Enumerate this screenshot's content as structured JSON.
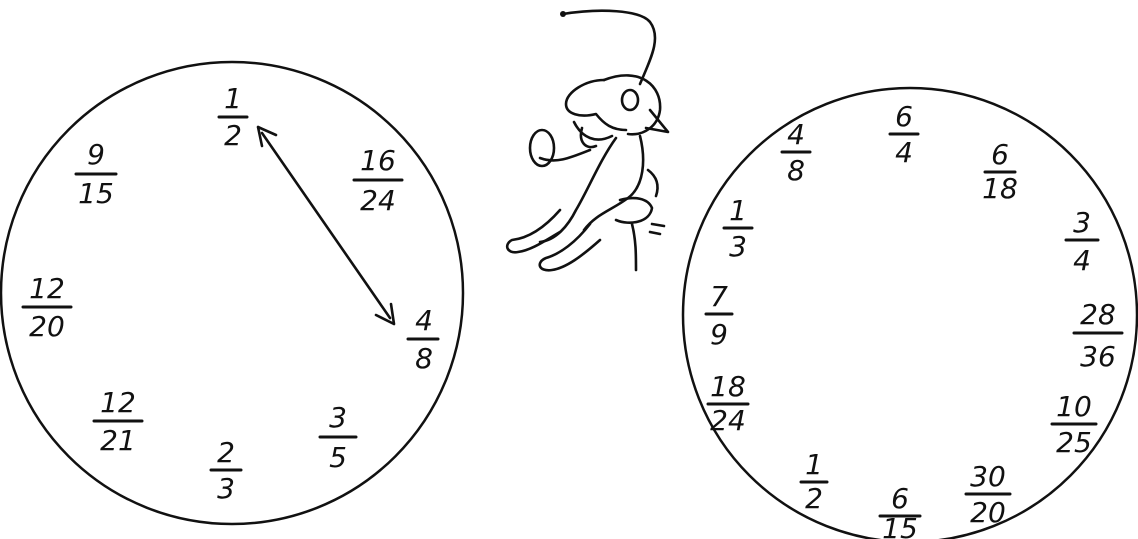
{
  "left_dial": {
    "fractions": [
      {
        "num": "1",
        "den": "2"
      },
      {
        "num": "16",
        "den": "24"
      },
      {
        "num": "4",
        "den": "8"
      },
      {
        "num": "3",
        "den": "5"
      },
      {
        "num": "2",
        "den": "3"
      },
      {
        "num": "12",
        "den": "21"
      },
      {
        "num": "12",
        "den": "20"
      },
      {
        "num": "9",
        "den": "15"
      }
    ]
  },
  "right_dial": {
    "fractions": [
      {
        "num": "6",
        "den": "4"
      },
      {
        "num": "6",
        "den": "18"
      },
      {
        "num": "3",
        "den": "4"
      },
      {
        "num": "28",
        "den": "36"
      },
      {
        "num": "10",
        "den": "25"
      },
      {
        "num": "30",
        "den": "20"
      },
      {
        "num": "6",
        "den": "15"
      },
      {
        "num": "1",
        "den": "2"
      },
      {
        "num": "18",
        "den": "24"
      },
      {
        "num": "7",
        "den": "9"
      },
      {
        "num": "1",
        "den": "3"
      },
      {
        "num": "4",
        "den": "8"
      }
    ]
  },
  "arrow": {
    "from": "1/2",
    "to": "4/8"
  }
}
